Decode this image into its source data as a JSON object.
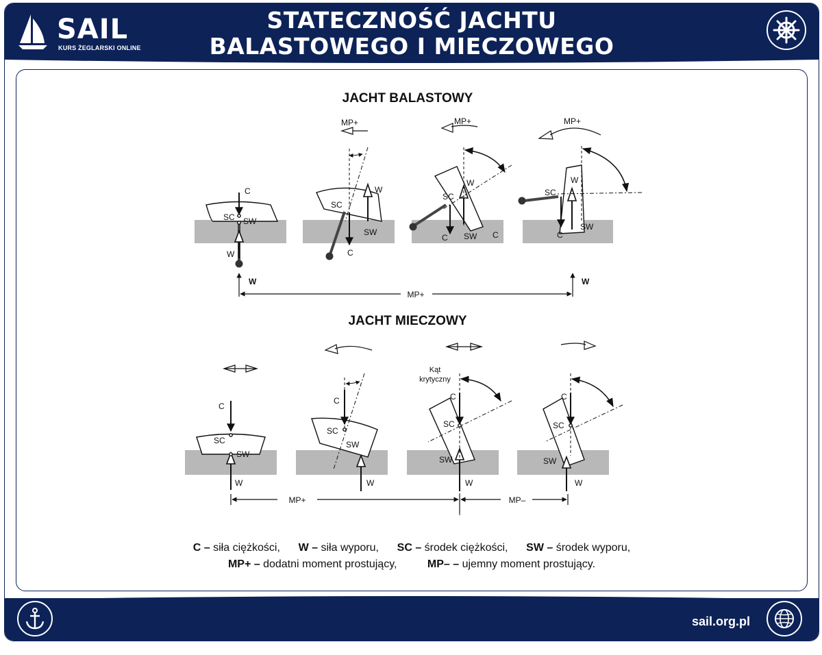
{
  "brand": {
    "name": "SAIL",
    "tagline": "KURS ŻEGLARSKI ONLINE",
    "website": "sail.org.pl"
  },
  "title": {
    "line1": "STATECZNOŚĆ JACHTU",
    "line2": "BALASTOWEGO I MIECZOWEGO"
  },
  "icons": {
    "header_right": "ship-wheel-icon",
    "footer_left": "anchor-icon",
    "footer_right": "globe-icon",
    "logo": "sailboat-icon"
  },
  "colors": {
    "navy": "#0d2257",
    "water": "#b8b8b8"
  },
  "diagram": {
    "ballast": {
      "heading": "JACHT BALASTOWY",
      "labels": {
        "C": "C",
        "W": "W",
        "SC": "SC",
        "SW": "SW",
        "MP_plus": "MP+"
      }
    },
    "centerboard": {
      "heading": "JACHT MIECZOWY",
      "labels": {
        "C": "C",
        "W": "W",
        "SC": "SC",
        "SW": "SW",
        "MP_plus": "MP+",
        "MP_minus": "MP–",
        "critical_angle_1": "Kąt",
        "critical_angle_2": "krytyczny"
      }
    }
  },
  "legend": {
    "line1": [
      {
        "key": "C –",
        "text": " siła ciężkości,"
      },
      {
        "key": "W –",
        "text": " siła wyporu,"
      },
      {
        "key": "SC –",
        "text": " środek ciężkości,"
      },
      {
        "key": "SW –",
        "text": " środek wyporu,"
      }
    ],
    "line2": [
      {
        "key": "MP+ –",
        "text": " dodatni moment prostujący,"
      },
      {
        "key": "MP– –",
        "text": " ujemny moment prostujący."
      }
    ]
  }
}
